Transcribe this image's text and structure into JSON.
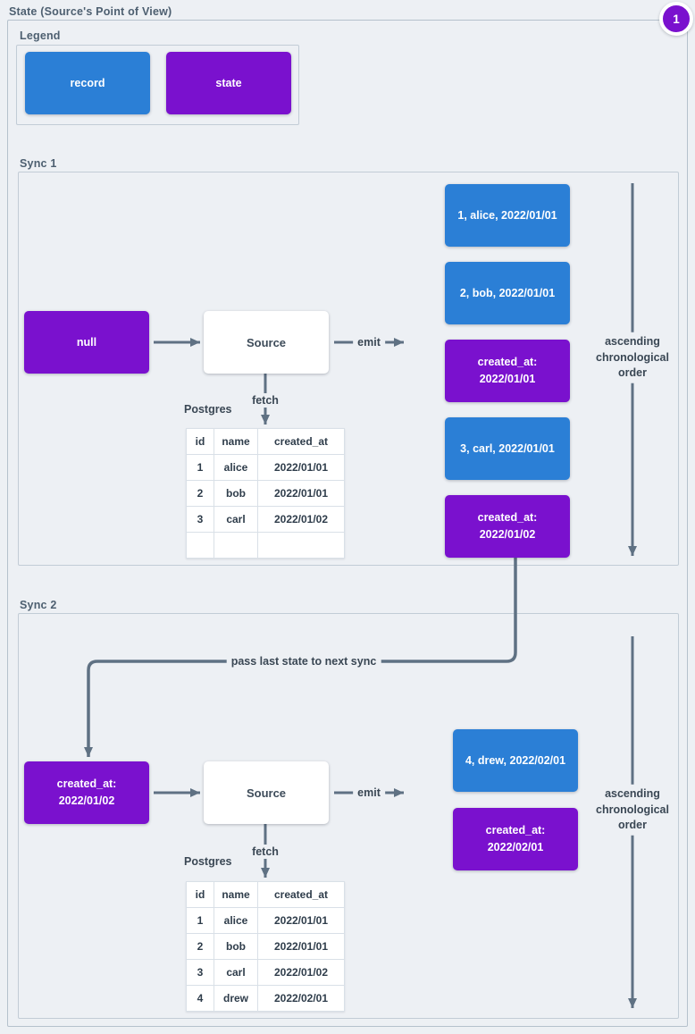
{
  "title": "State (Source's Point of View)",
  "badge": {
    "label": "1"
  },
  "colors": {
    "record": "#2b7fd6",
    "state": "#7a11ce",
    "line": "#5f7183"
  },
  "legend": {
    "label": "Legend",
    "items": [
      {
        "type": "record",
        "label": "record"
      },
      {
        "type": "state",
        "label": "state"
      }
    ]
  },
  "connector_labels": {
    "emit": "emit",
    "fetch": "fetch",
    "postgres": "Postgres",
    "pass_state": "pass last state to next sync",
    "ascending": "ascending chronological order"
  },
  "sync1": {
    "label": "Sync 1",
    "input_state": "null",
    "source_label": "Source",
    "table": {
      "headers": [
        "id",
        "name",
        "created_at"
      ],
      "rows": [
        [
          "1",
          "alice",
          "2022/01/01"
        ],
        [
          "2",
          "bob",
          "2022/01/01"
        ],
        [
          "3",
          "carl",
          "2022/01/02"
        ],
        [
          "",
          "",
          ""
        ]
      ]
    },
    "emitted": [
      {
        "type": "record",
        "label": "1, alice, 2022/01/01"
      },
      {
        "type": "record",
        "label": "2, bob, 2022/01/01"
      },
      {
        "type": "state",
        "label": "created_at: 2022/01/01"
      },
      {
        "type": "record",
        "label": "3, carl, 2022/01/01"
      },
      {
        "type": "state",
        "label": "created_at: 2022/01/02"
      }
    ]
  },
  "sync2": {
    "label": "Sync 2",
    "input_state": "created_at: 2022/01/02",
    "source_label": "Source",
    "table": {
      "headers": [
        "id",
        "name",
        "created_at"
      ],
      "rows": [
        [
          "1",
          "alice",
          "2022/01/01"
        ],
        [
          "2",
          "bob",
          "2022/01/01"
        ],
        [
          "3",
          "carl",
          "2022/01/02"
        ],
        [
          "4",
          "drew",
          "2022/02/01"
        ]
      ]
    },
    "emitted": [
      {
        "type": "record",
        "label": "4, drew, 2022/02/01"
      },
      {
        "type": "state",
        "label": "created_at: 2022/02/01"
      }
    ]
  }
}
